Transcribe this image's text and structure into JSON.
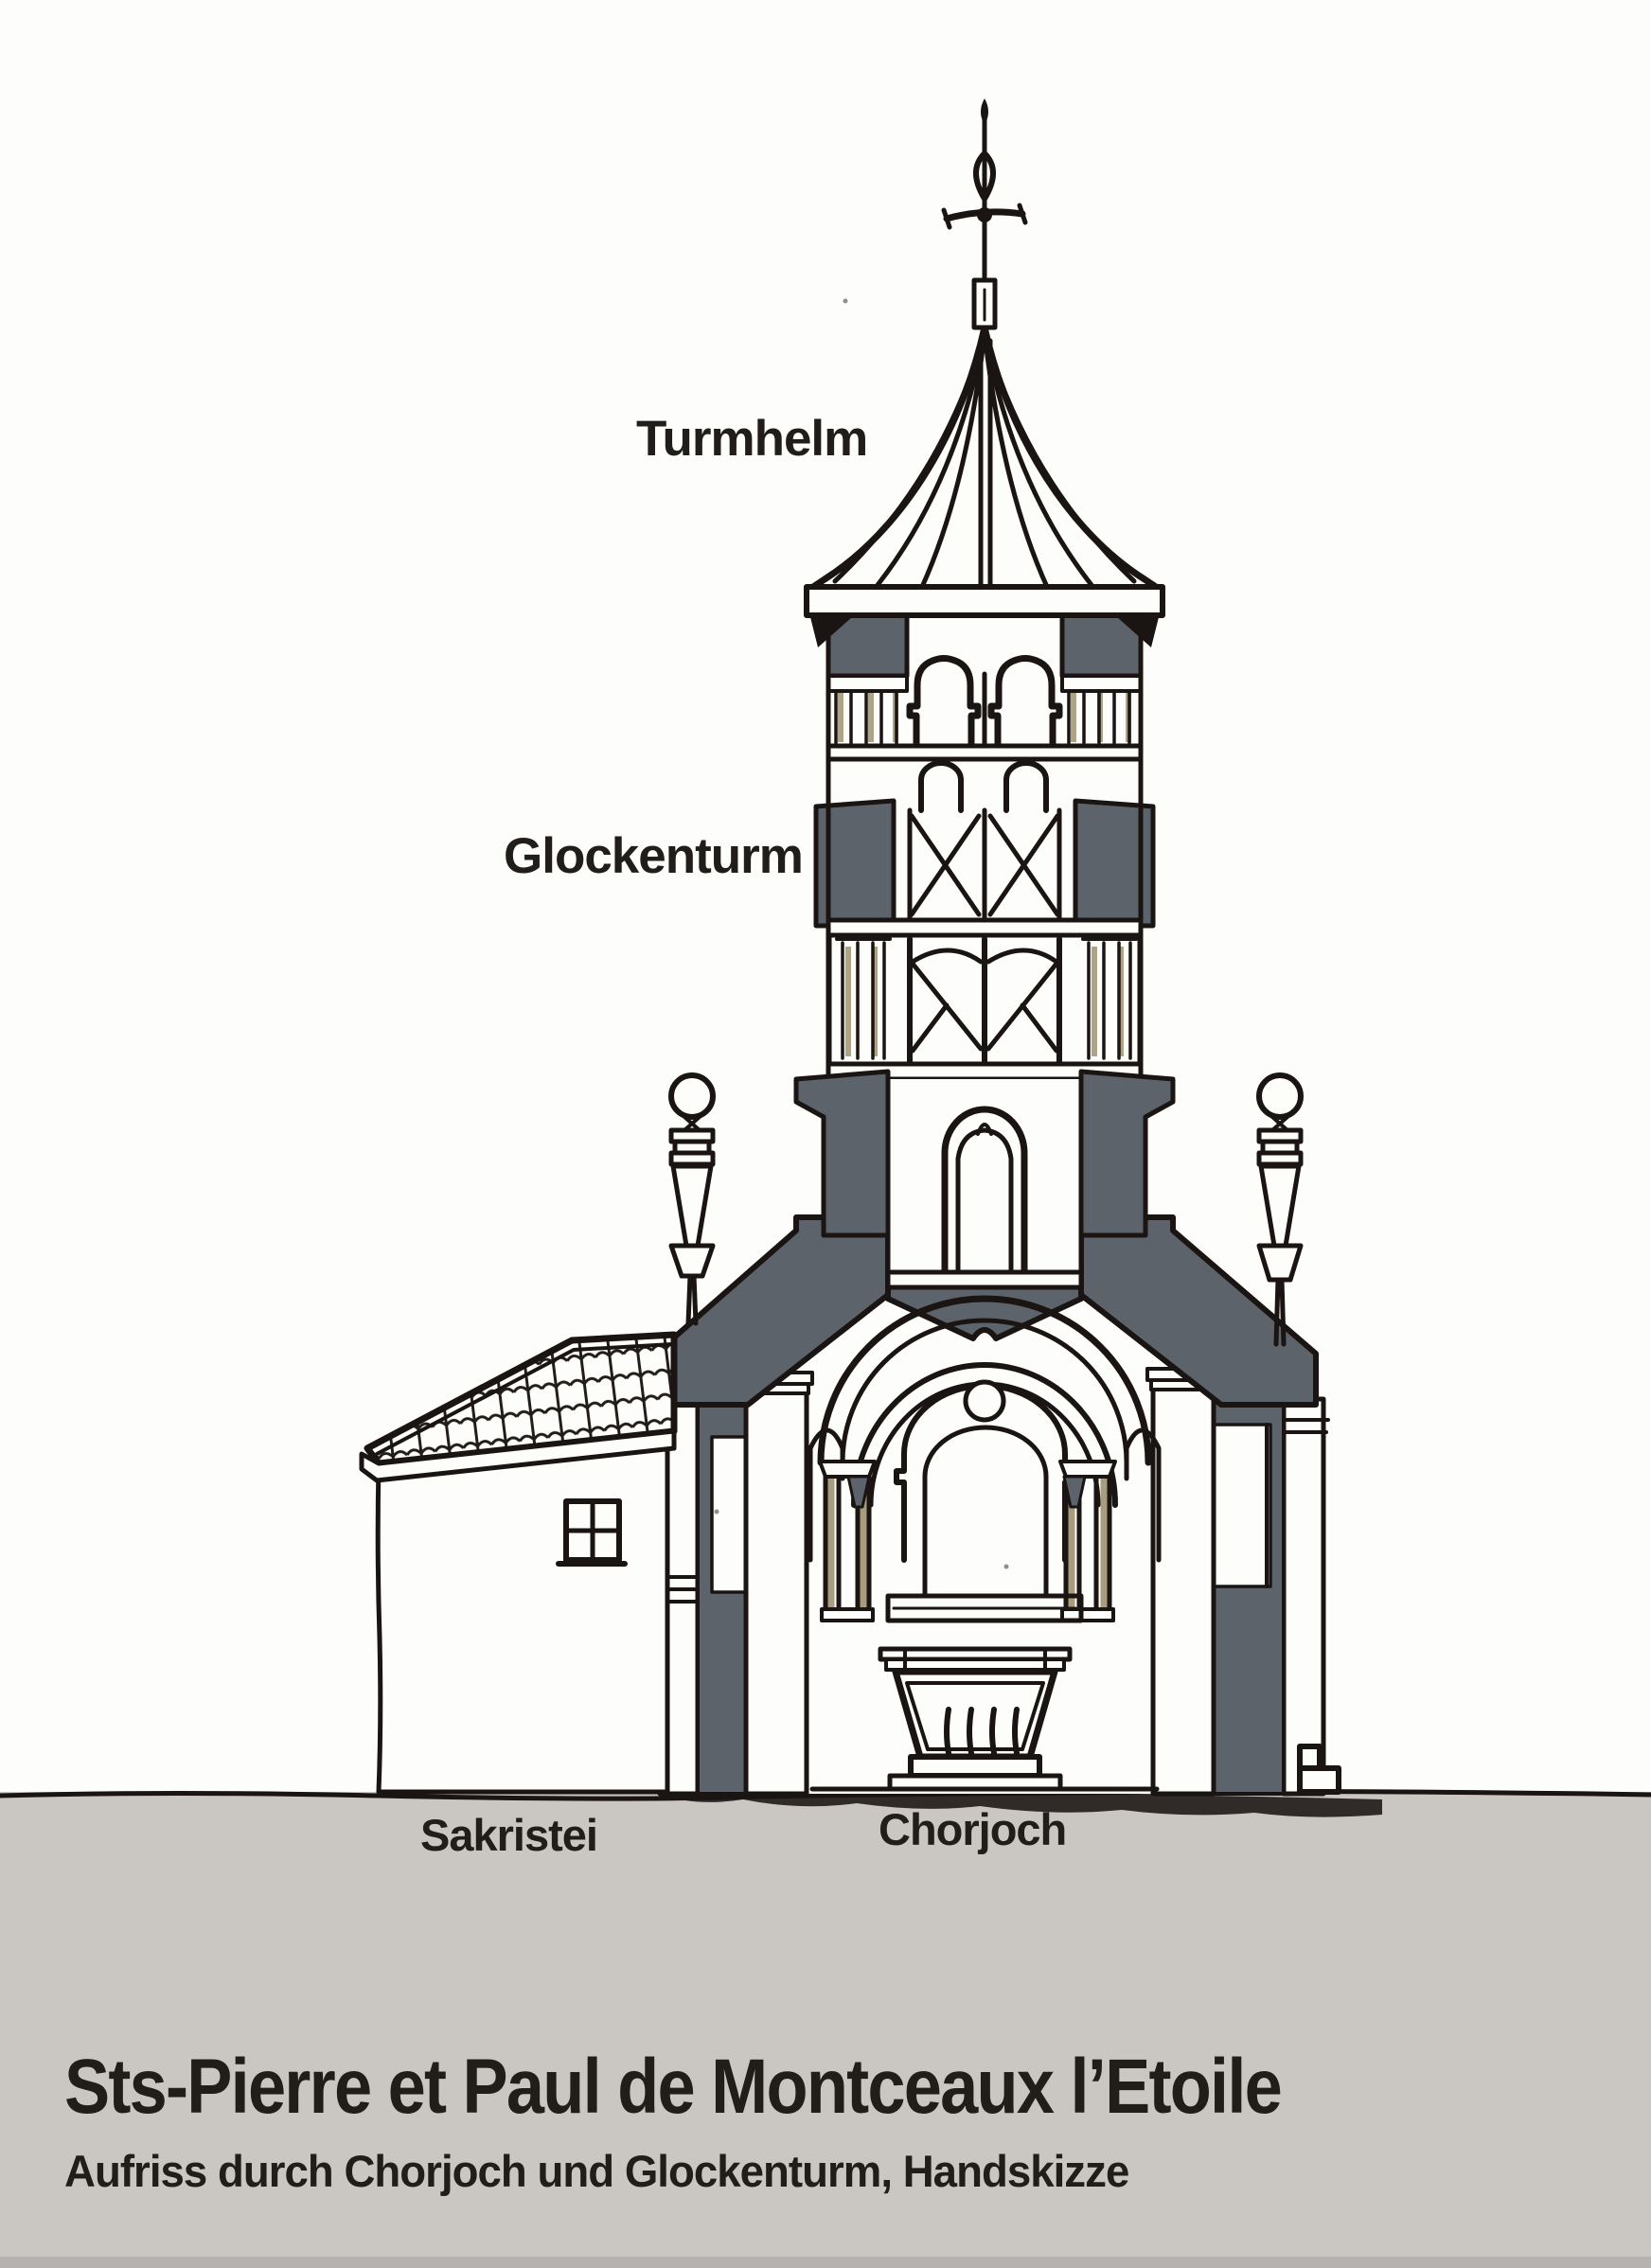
{
  "drawing": {
    "labels": {
      "turmhelm": "Turmhelm",
      "glockenturm": "Glockenturm",
      "sakristei": "Sakristei",
      "chorjoch": "Chorjoch"
    },
    "caption": {
      "title": "Sts-Pierre et Paul de Montceaux l’Etoile",
      "subtitle": "Aufriss durch Chorjoch und Glockenturm, Handskizze"
    },
    "colors": {
      "ink": "#1a1512",
      "text": "#211d1a",
      "poche": "#5d636b",
      "ground": "#cac7c3",
      "ground_edge": "#aeaaa6",
      "paper": "#fdfdfb",
      "olive": "#8c7d55",
      "sill": "#e9e2cc"
    }
  }
}
